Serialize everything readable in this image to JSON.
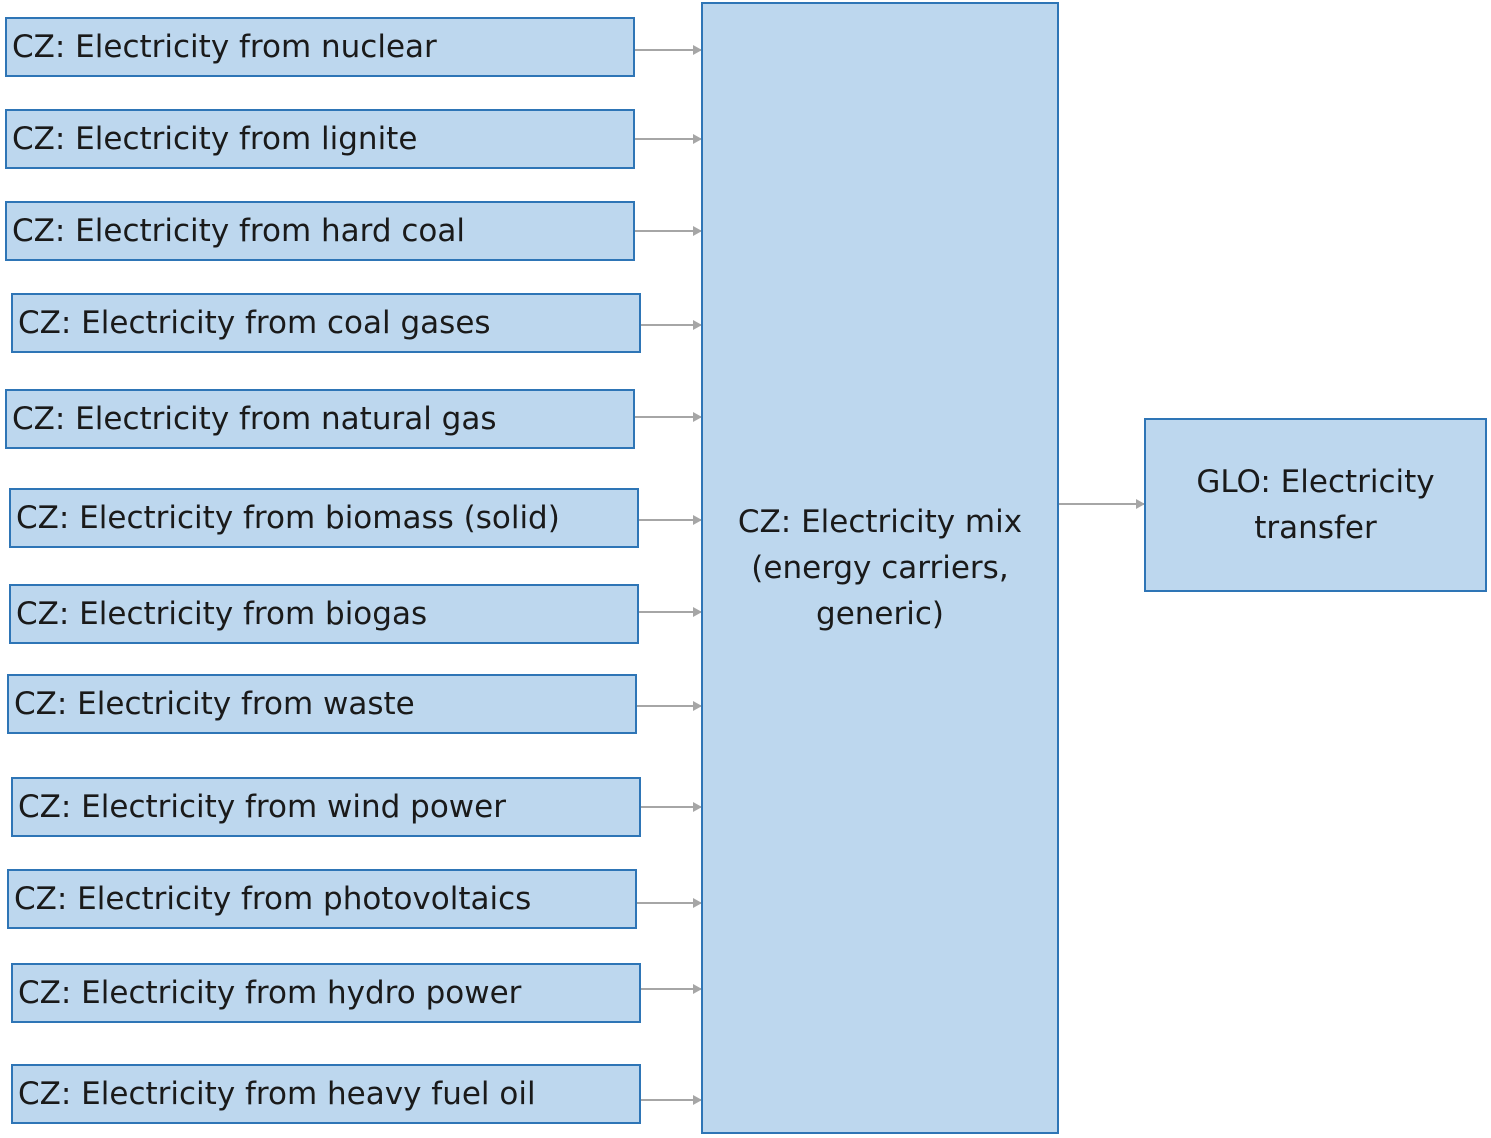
{
  "sources": [
    {
      "label": "CZ: Electricity from nuclear"
    },
    {
      "label": "CZ: Electricity from lignite"
    },
    {
      "label": "CZ: Electricity from hard coal"
    },
    {
      "label": "CZ: Electricity from coal gases"
    },
    {
      "label": "CZ: Electricity from natural gas"
    },
    {
      "label": "CZ: Electricity from biomass (solid)"
    },
    {
      "label": "CZ: Electricity from biogas"
    },
    {
      "label": "CZ: Electricity from waste"
    },
    {
      "label": "CZ: Electricity from wind power"
    },
    {
      "label": "CZ: Electricity from photovoltaics"
    },
    {
      "label": "CZ: Electricity from hydro power"
    },
    {
      "label": "CZ: Electricity from heavy fuel oil"
    }
  ],
  "mix": {
    "label": "CZ: Electricity mix (energy carriers, generic)"
  },
  "output": {
    "label": "GLO: Electricity transfer"
  },
  "colors": {
    "box_fill": "#bdd7ee",
    "box_border": "#2e75b6",
    "arrow": "#a6a6a6"
  }
}
